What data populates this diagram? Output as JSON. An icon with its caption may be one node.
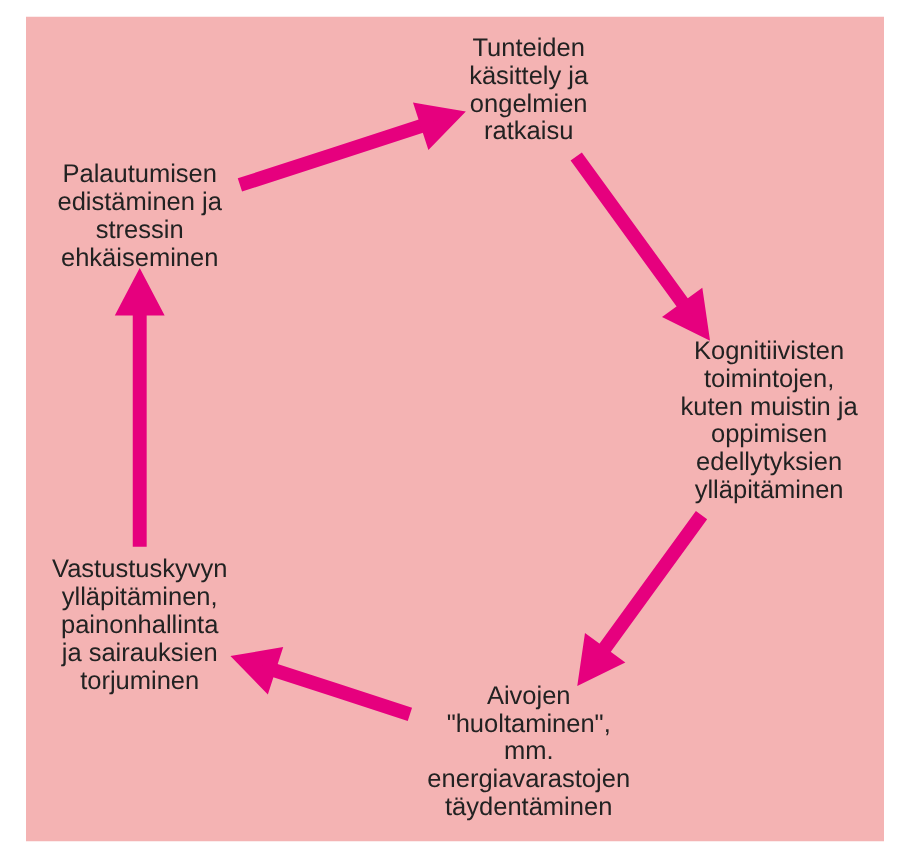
{
  "diagram": {
    "nodes": [
      {
        "text": [
          "Aivojen \"huoltaminen\", mm. energiavarastojen täydentäminen"
        ]
      },
      {
        "text": [
          "Vastustuskyvyn ylläpitäminen, painonhallinta ja sairauksien torjuminen"
        ]
      },
      {
        "text": [
          "Palautumisen edistäminen ja stressin ehkäiseminen"
        ]
      },
      {
        "text": [
          "Tunteiden käsittely ja ongelmien ratkaisu"
        ]
      },
      {
        "text": [
          "Kognitiivisten toimintojen, kuten muistin ja oppimisen edellytyksien ylläpitäminen"
        ]
      }
    ],
    "edges": [
      {
        "from": 0,
        "to": 1,
        "arrow": "to"
      },
      {
        "from": 1,
        "to": 2,
        "arrow": "to"
      },
      {
        "from": 2,
        "to": 3,
        "arrow": "to"
      },
      {
        "from": 3,
        "to": 4,
        "arrow": "to"
      },
      {
        "from": 4,
        "to": 0,
        "arrow": "to"
      }
    ]
  }
}
